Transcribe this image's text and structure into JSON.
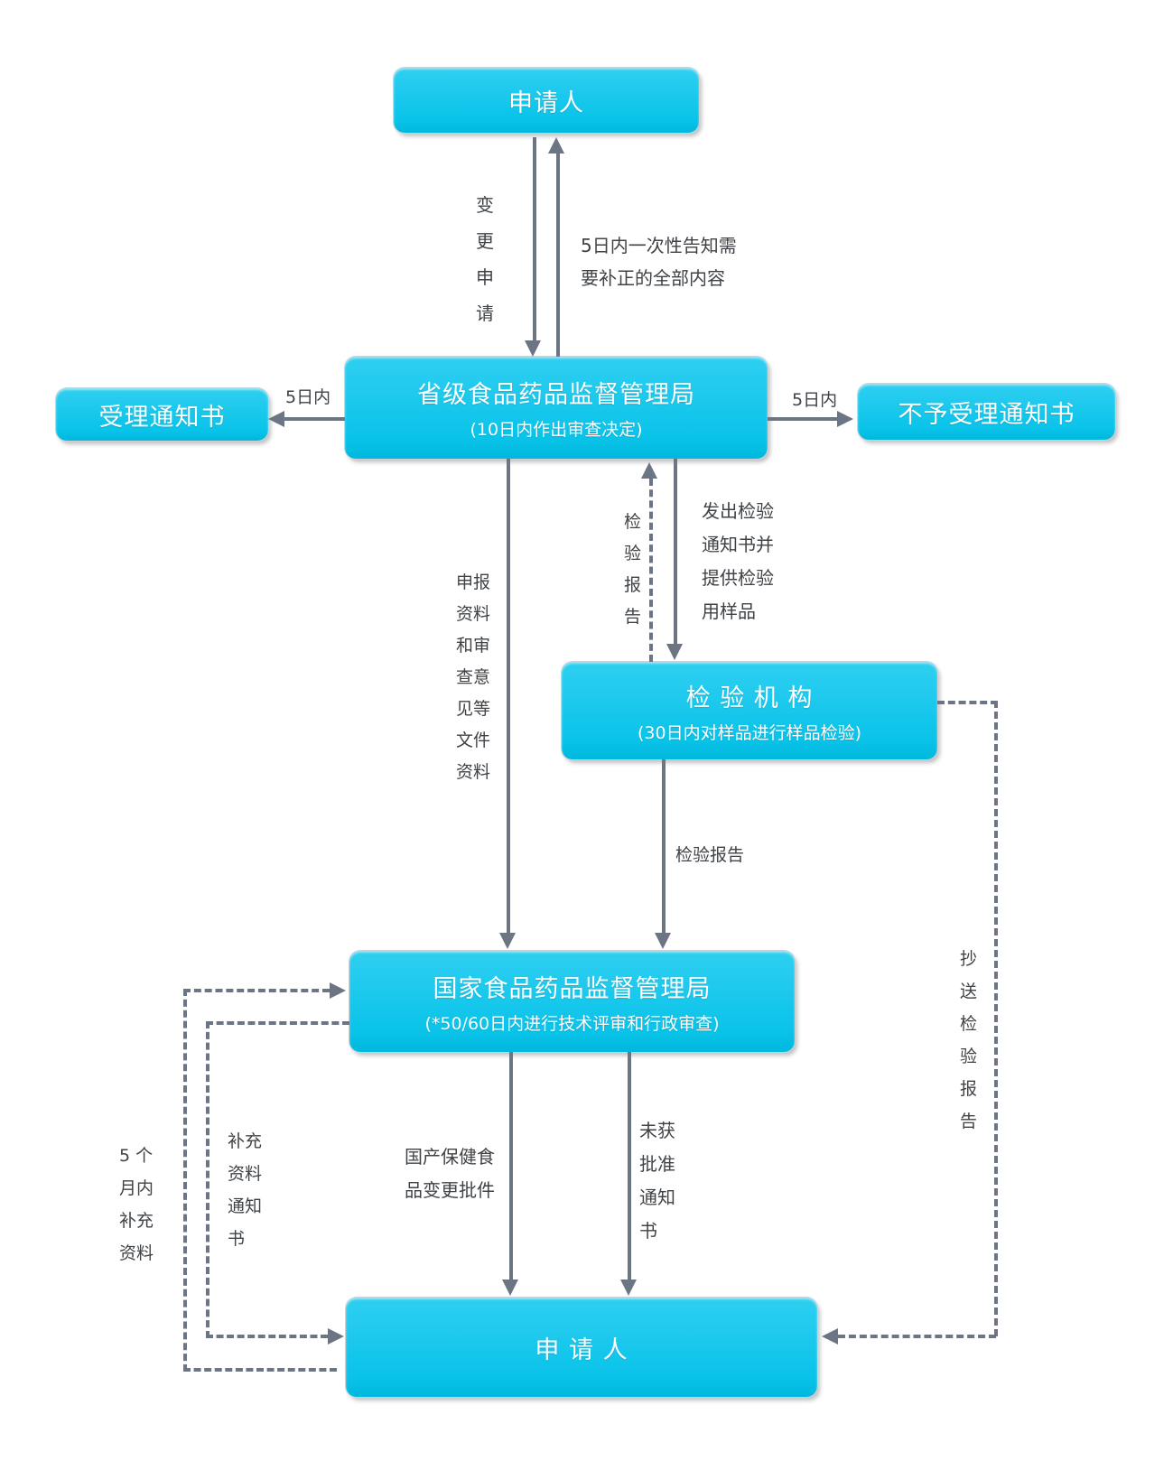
{
  "colors": {
    "node_fill": "#0cc4ea",
    "arrow_gray": "#6b7584",
    "label_text": "#3f4347",
    "node_text": "#ffffff"
  },
  "nodes": {
    "applicant_top": {
      "title": "申请人"
    },
    "provincial": {
      "title": "省级食品药品监督管理局",
      "subtitle": "(10日内作出审查决定)"
    },
    "acceptance": {
      "title": "受理通知书"
    },
    "rejection": {
      "title": "不予受理通知书"
    },
    "inspection": {
      "title": "检 验 机 构",
      "subtitle": "(30日内对样品进行样品检验)"
    },
    "national": {
      "title": "国家食品药品监督管理局",
      "subtitle": "(*50/60日内进行技术评审和行政审查)"
    },
    "applicant_bottom": {
      "title": "申 请 人"
    }
  },
  "labels": {
    "change_application": "变\n更\n申\n请",
    "five_day_onetime_notice": "5日内一次性告知需\n要补正的全部内容",
    "five_days_left": "5日内",
    "five_days_right": "5日内",
    "application_docs": "申报\n资料\n和审\n查意\n见等\n文件\n资料",
    "inspection_report_up": "检\n验\n报\n告",
    "issue_inspection_notice": "发出检验\n通知书并\n提供检验\n用样品",
    "inspection_report_down": "检验报告",
    "copy_inspection_report": "抄\n送\n检\n验\n报\n告",
    "five_months_supplement": "5 个\n月内\n补充\n资料",
    "supplement_notice": "补充\n资料\n通知\n书",
    "approval_certificate": "国产保健食\n品变更批件",
    "not_approved_notice": "未获\n批准\n通知\n书"
  }
}
